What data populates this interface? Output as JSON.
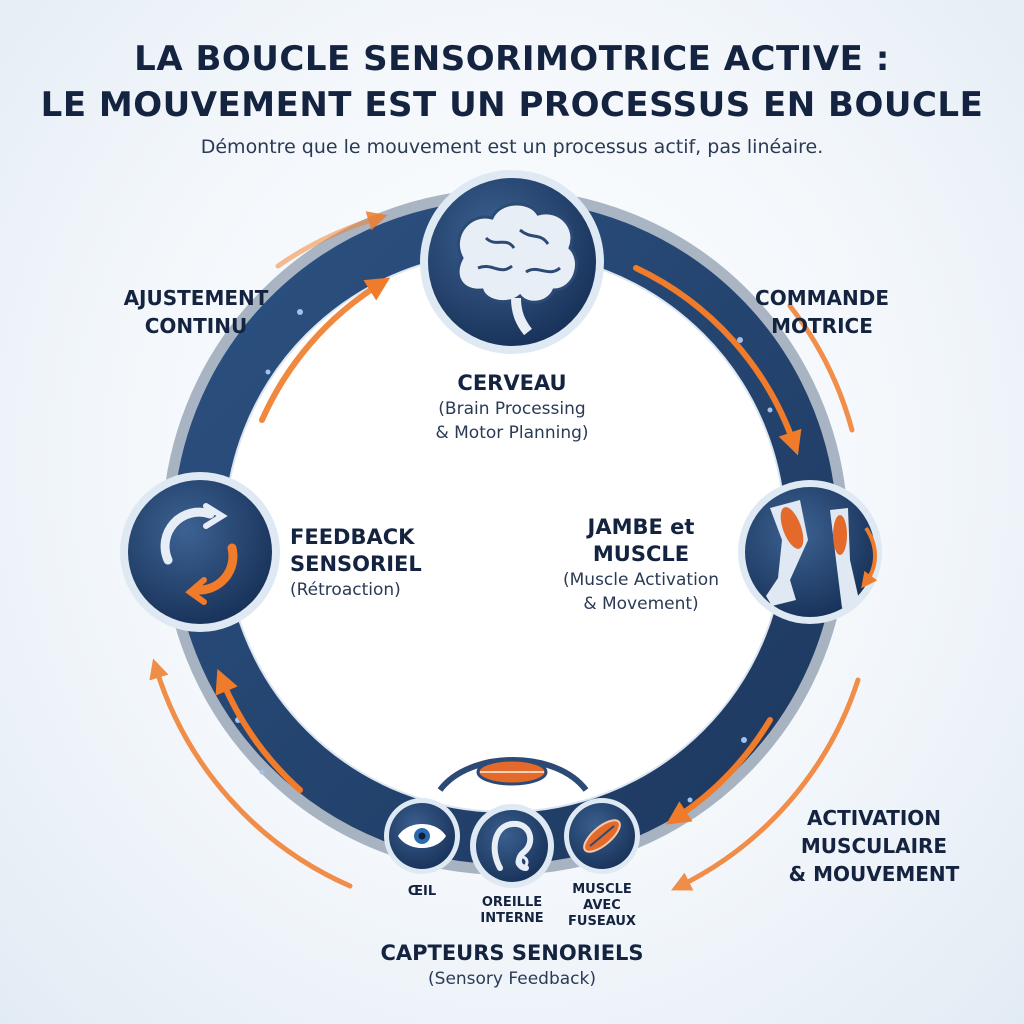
{
  "title_line1": "LA BOUCLE SENSORIMOTRICE ACTIVE :",
  "title_line2": "LE MOUVEMENT EST UN PROCESSUS EN BOUCLE",
  "subtitle": "Démontre que le mouvement est un processus actif, pas linéaire.",
  "nodes": {
    "brain": {
      "title": "CERVEAU",
      "sub1": "(Brain Processing",
      "sub2": "& Motor Planning)",
      "icon": "brain-icon"
    },
    "leg": {
      "title1": "JAMBE et",
      "title2": "MUSCLE",
      "sub1": "(Muscle Activation",
      "sub2": "& Movement)",
      "icon": "leg-muscle-icon"
    },
    "feedback": {
      "title1": "FEEDBACK",
      "title2": "SENSORIEL",
      "sub": "(Rétroaction)",
      "icon": "cycle-arrows-icon"
    },
    "sensors": {
      "title": "CAPTEURS SENORIELS",
      "sub": "(Sensory Feedback)",
      "eye": "ŒIL",
      "ear_line1": "OREILLE",
      "ear_line2": "INTERNE",
      "spindle_line1": "MUSCLE",
      "spindle_line2": "AVEC",
      "spindle_line3": "FUSEAUX"
    }
  },
  "arc_labels": {
    "top_left_1": "AJUSTEMENT",
    "top_left_2": "CONTINU",
    "top_right_1": "COMMANDE",
    "top_right_2": "MOTRICE",
    "bottom_right_1": "ACTIVATION",
    "bottom_right_2": "MUSCULAIRE",
    "bottom_right_3": "& MOUVEMENT"
  },
  "colors": {
    "ring": "#24456f",
    "ring_dark": "#1a3357",
    "node": "#1f3c66",
    "accent_orange": "#f07b2a",
    "light_blue": "#d9e6f3"
  }
}
